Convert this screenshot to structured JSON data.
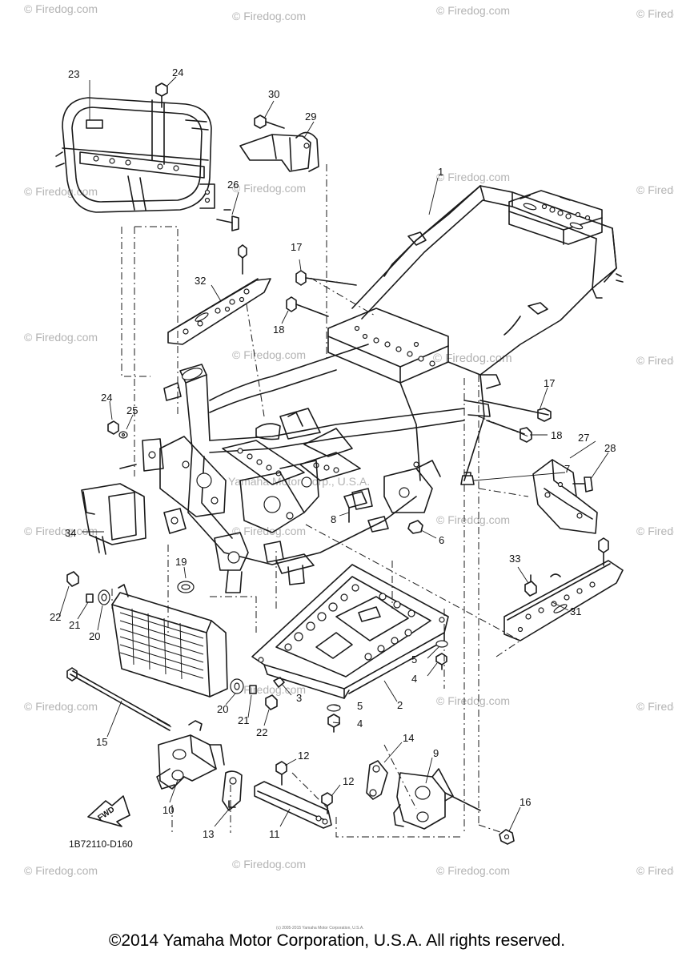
{
  "watermark": "© Firedog.com",
  "center_watermark": "© Firedog.com",
  "inner_watermark": "Yamaha Motor Corp., U.S.A.",
  "fwd_label": "FWD",
  "diagram_code": "1B72110-D160",
  "small_print": "(c) 2005-2015 Yamaha Motor Corporation, U.S.A.",
  "copyright": "©2014 Yamaha Motor Corporation, U.S.A. All rights reserved.",
  "part_labels": [
    "1",
    "2",
    "3",
    "4",
    "4",
    "5",
    "5",
    "6",
    "7",
    "8",
    "9",
    "10",
    "11",
    "12",
    "12",
    "13",
    "14",
    "15",
    "16",
    "17",
    "17",
    "18",
    "18",
    "19",
    "20",
    "20",
    "21",
    "21",
    "22",
    "22",
    "23",
    "24",
    "24",
    "25",
    "26",
    "27",
    "28",
    "29",
    "30",
    "31",
    "32",
    "33",
    "34"
  ]
}
